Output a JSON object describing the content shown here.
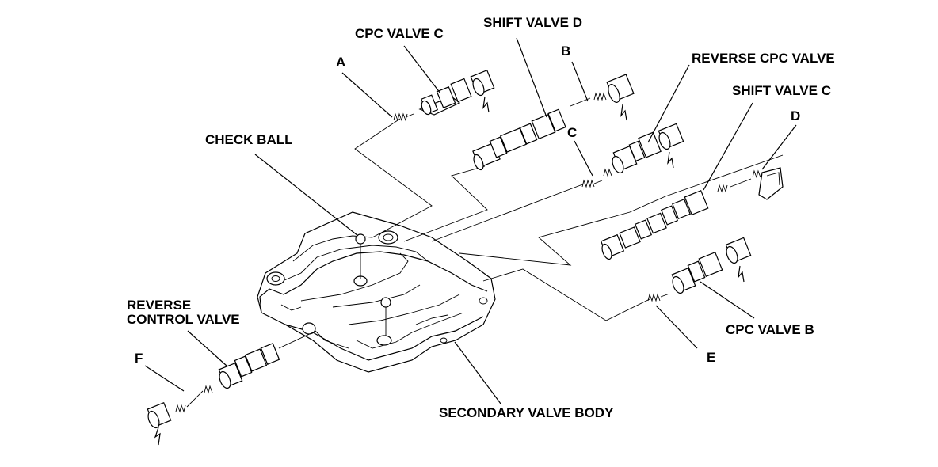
{
  "labels": {
    "cpc_valve_c": "CPC VALVE C",
    "shift_valve_d": "SHIFT VALVE D",
    "a": "A",
    "b": "B",
    "reverse_cpc_valve": "REVERSE CPC VALVE",
    "shift_valve_c": "SHIFT VALVE C",
    "d": "D",
    "check_ball": "CHECK BALL",
    "c": "C",
    "reverse_control_valve_line1": "REVERSE",
    "reverse_control_valve_line2": "CONTROL VALVE",
    "f": "F",
    "cpc_valve_b": "CPC VALVE B",
    "e": "E",
    "secondary_valve_body": "SECONDARY VALVE BODY"
  }
}
